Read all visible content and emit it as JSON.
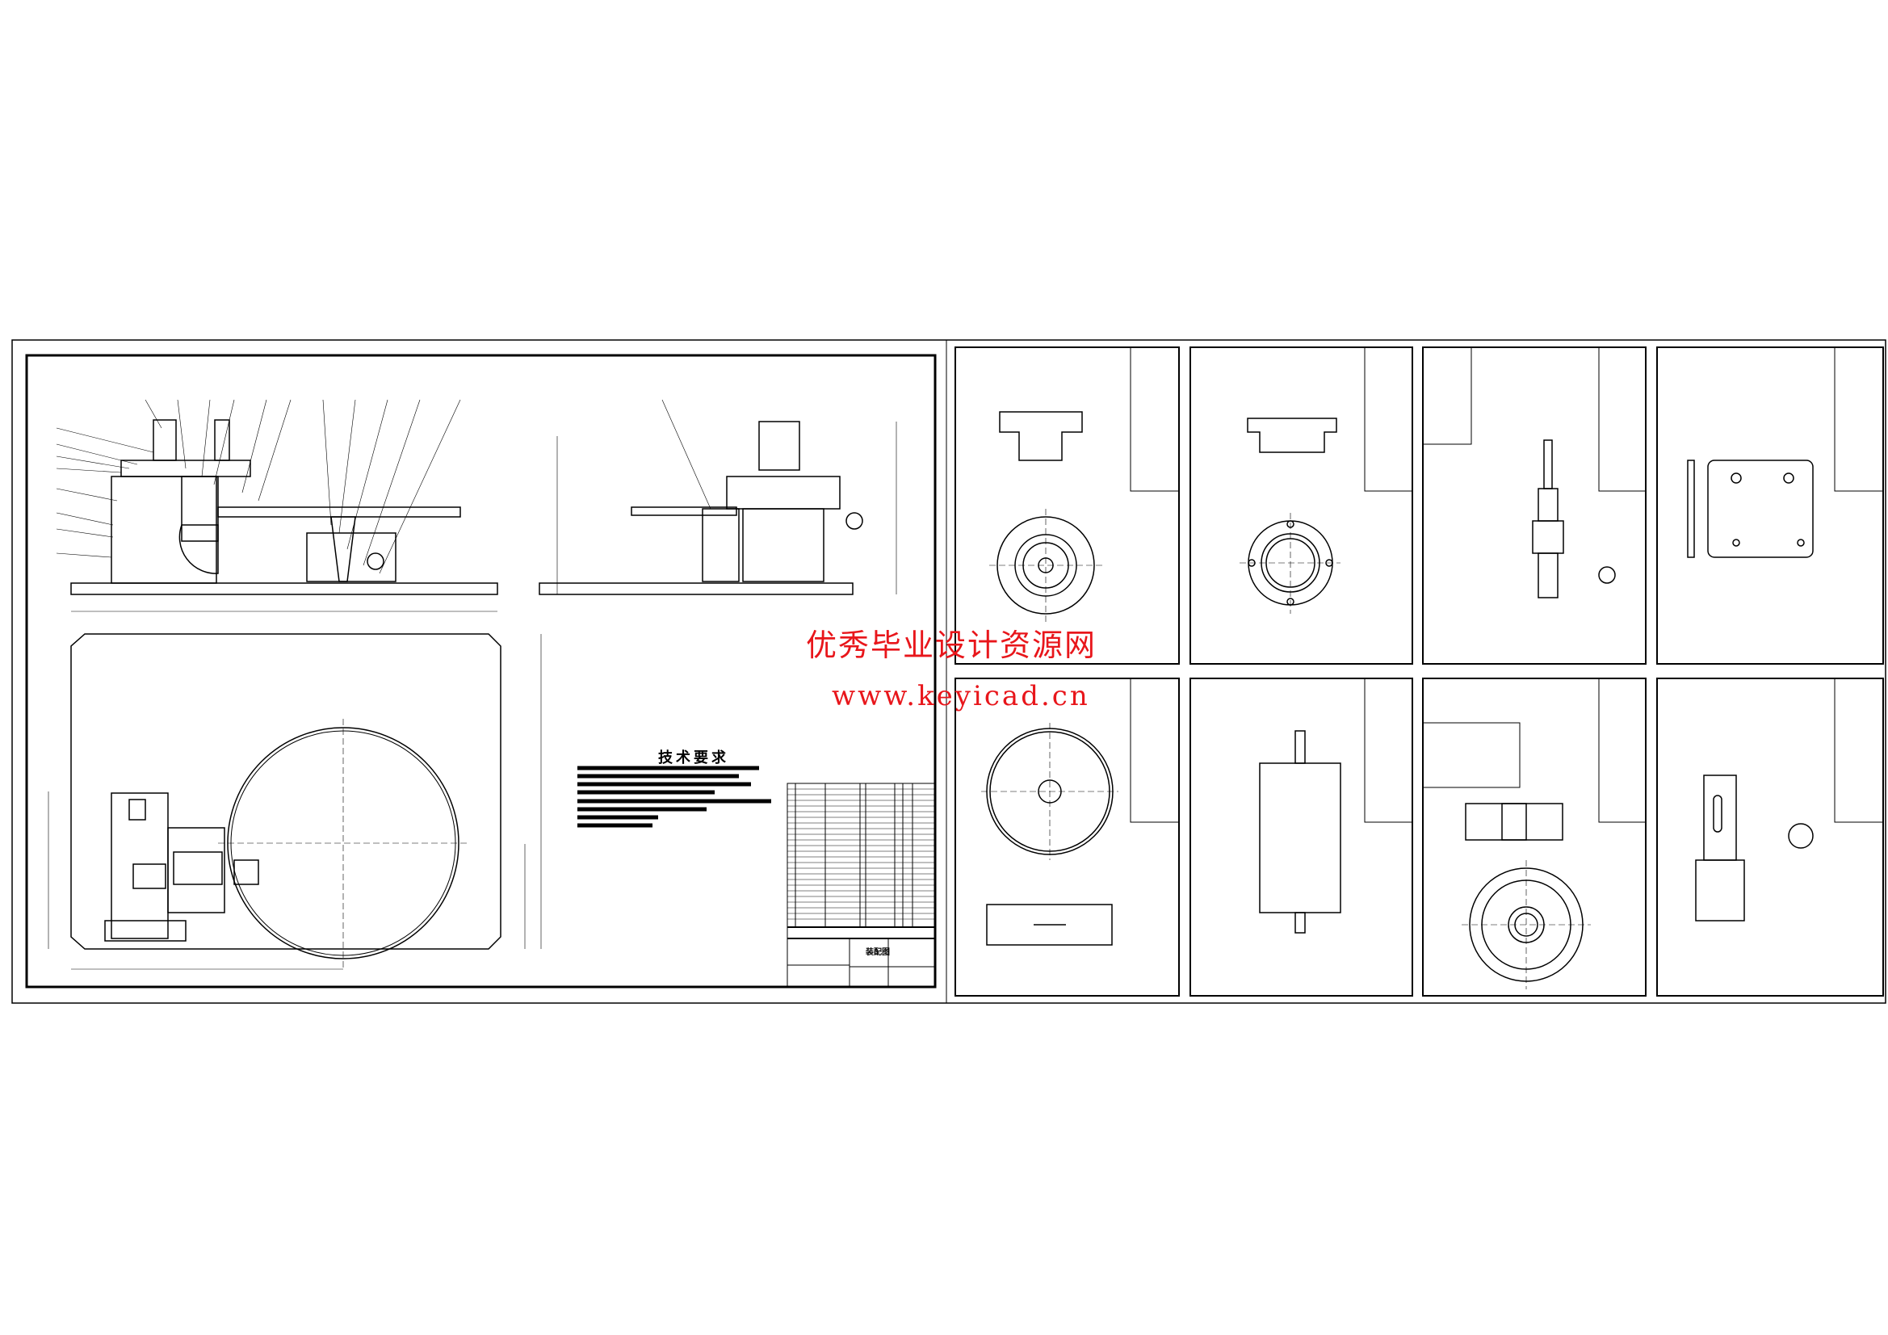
{
  "watermark": {
    "line1": "优秀毕业设计资源网",
    "line2": "www.keyicad.cn"
  },
  "assembly": {
    "tech_requirements_title": "技术要求",
    "title_block_name": "装配图"
  },
  "colors": {
    "watermark": "#e8161b",
    "lines": "#000000"
  }
}
